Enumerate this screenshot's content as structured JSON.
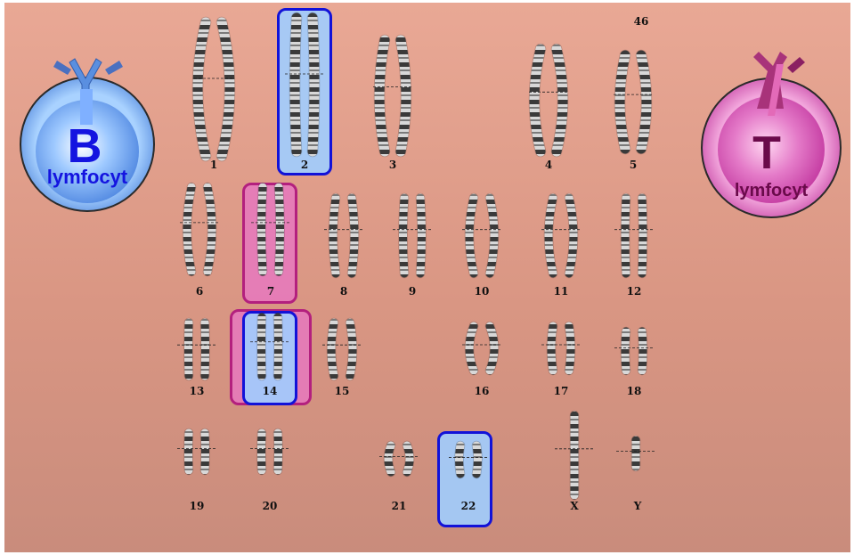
{
  "karyotype_count": "46",
  "chromosomes": [
    {
      "label": "1"
    },
    {
      "label": "2"
    },
    {
      "label": "3"
    },
    {
      "label": "4"
    },
    {
      "label": "5"
    },
    {
      "label": "6"
    },
    {
      "label": "7"
    },
    {
      "label": "8"
    },
    {
      "label": "9"
    },
    {
      "label": "10"
    },
    {
      "label": "11"
    },
    {
      "label": "12"
    },
    {
      "label": "13"
    },
    {
      "label": "14"
    },
    {
      "label": "15"
    },
    {
      "label": "16"
    },
    {
      "label": "17"
    },
    {
      "label": "18"
    },
    {
      "label": "19"
    },
    {
      "label": "20"
    },
    {
      "label": "21"
    },
    {
      "label": "22"
    },
    {
      "label": "X"
    },
    {
      "label": "Y"
    }
  ],
  "b_cell": {
    "letter": "B",
    "name": "lymfocyt",
    "color": "#1414e0"
  },
  "t_cell": {
    "letter": "T",
    "name": "lymfocyt",
    "color": "#6a0a4a"
  },
  "highlight_colors": {
    "b": "#1212d8",
    "t": "#b3207e"
  }
}
